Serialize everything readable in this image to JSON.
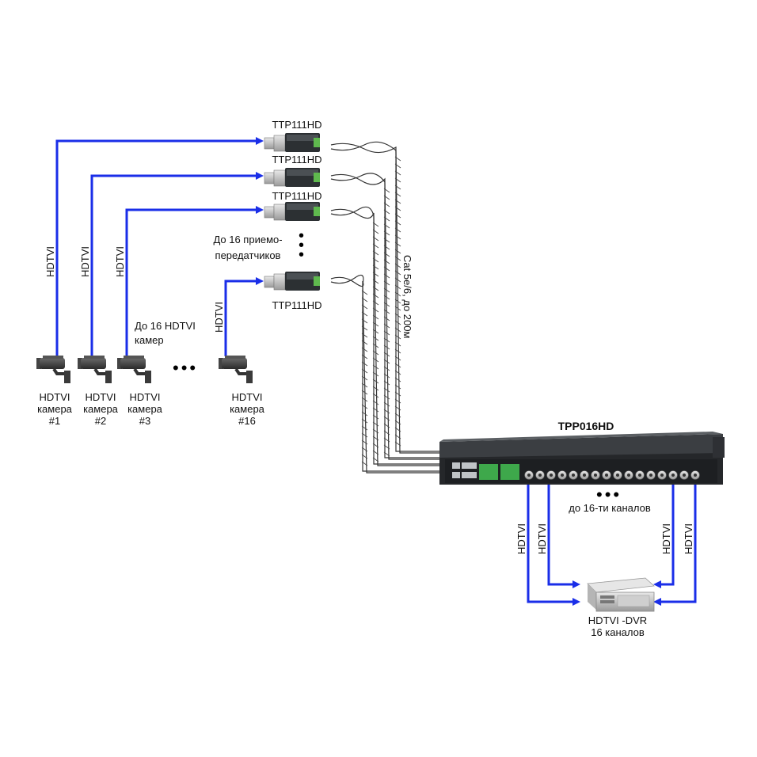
{
  "colors": {
    "link": "#1a2ee8",
    "cable": "#333333",
    "device": "#2c2f33"
  },
  "transceivers": [
    {
      "label": "TTP111HD"
    },
    {
      "label": "TTP111HD"
    },
    {
      "label": "TTP111HD"
    },
    {
      "label": "TTP111HD"
    }
  ],
  "transceiver_note": {
    "line1": "До 16 приемо-",
    "line2": "передатчиков"
  },
  "camera_note": {
    "line1": "До 16 HDTVI",
    "line2": "камер"
  },
  "cameras": [
    {
      "type": "HDTVI",
      "kind": "камера",
      "num": "#1"
    },
    {
      "type": "HDTVI",
      "kind": "камера",
      "num": "#2"
    },
    {
      "type": "HDTVI",
      "kind": "камера",
      "num": "#3"
    },
    {
      "type": "HDTVI",
      "kind": "камера",
      "num": "#16"
    }
  ],
  "signal_label": "HDTVI",
  "cable_label": "Cat 5e/6, до 200м",
  "hub": {
    "label": "TPP016HD"
  },
  "channels_note": "до 16-ти каналов",
  "dvr": {
    "line1": "HDTVI -DVR",
    "line2": "16 каналов"
  }
}
